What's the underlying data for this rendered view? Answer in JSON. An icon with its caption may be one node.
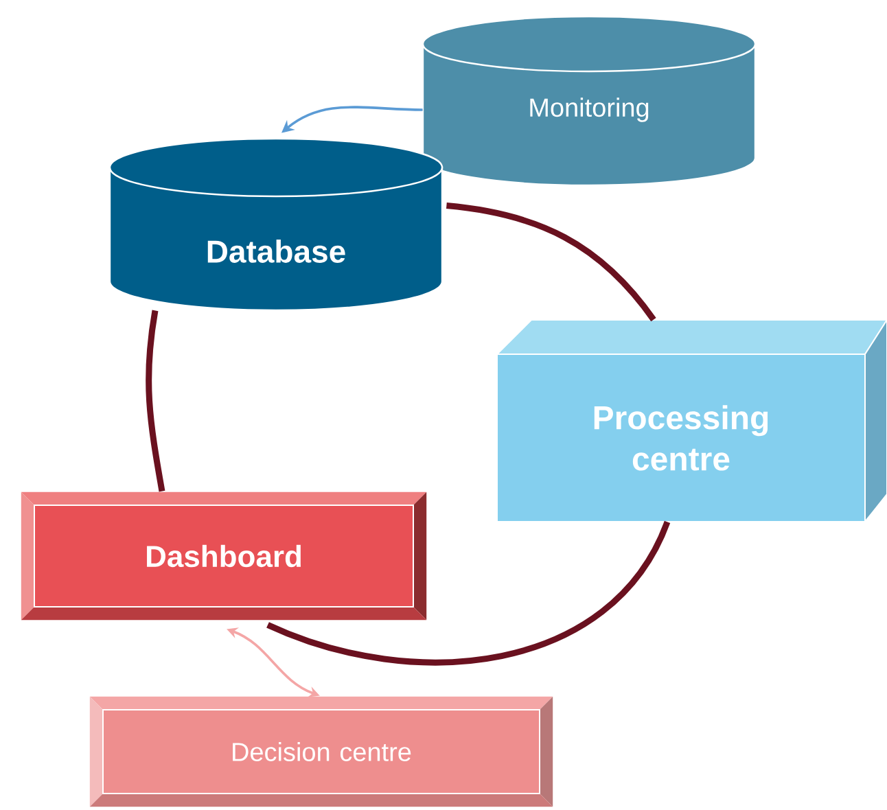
{
  "diagram": {
    "nodes": [
      {
        "text": [
          "Monitoring"
        ]
      },
      {
        "text": [
          "Database"
        ]
      },
      {
        "text": [
          "Processing centre"
        ]
      },
      {
        "text": [
          "Dashboard"
        ]
      },
      {
        "text": [
          "Decision centre"
        ]
      }
    ],
    "edges": [
      {
        "from": 0,
        "to": 1,
        "arrow": "to",
        "color": "#5b9bd5"
      },
      {
        "from": 1,
        "to": 2,
        "arrow": "none"
      },
      {
        "from": 2,
        "to": 3,
        "arrow": "none"
      },
      {
        "from": 3,
        "to": 1,
        "arrow": "none"
      },
      {
        "from": 3,
        "to": 4,
        "arrow": "both",
        "color": "#f4a6a6"
      }
    ]
  }
}
